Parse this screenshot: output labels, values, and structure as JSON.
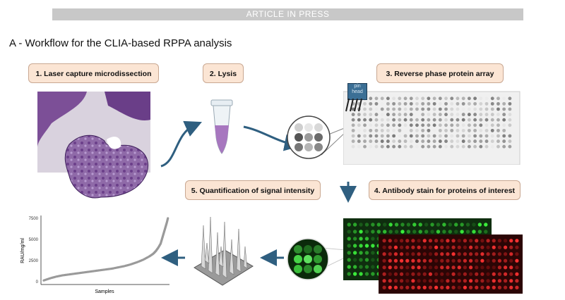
{
  "banner": "ARTICLE IN PRESS",
  "heading": "A - Workflow for the CLIA-based RPPA analysis",
  "steps": {
    "s1": "1. Laser capture microdissection",
    "s2": "2. Lysis",
    "s3": "3. Reverse phase protein array",
    "s4": "4. Antibody stain for proteins of interest",
    "s5": "5. Quantification of signal intensity"
  },
  "pin_head_label": "pin head",
  "colors": {
    "step_fill": "#fbe5d4",
    "arrow": "#2f5f80",
    "green_array": "#1f7a1f",
    "red_array": "#a00f0f"
  },
  "chart_data": {
    "type": "scatter",
    "ylabel": "RAU/mg/ml",
    "xlabel": "Samples",
    "yticks": [
      "7500",
      "5000",
      "2500",
      "0"
    ],
    "ylim": [
      0,
      7500
    ],
    "grid": false,
    "x": [
      0,
      5,
      10,
      15,
      20,
      25,
      30,
      35,
      40,
      45,
      50,
      55,
      60,
      65,
      70,
      75,
      80,
      85,
      88,
      90,
      92,
      94,
      95,
      96,
      97,
      98,
      99,
      100
    ],
    "y": [
      150,
      400,
      600,
      750,
      850,
      950,
      1050,
      1150,
      1250,
      1350,
      1450,
      1550,
      1700,
      1850,
      2050,
      2300,
      2600,
      3000,
      3300,
      3600,
      4000,
      4500,
      5000,
      5500,
      6000,
      6500,
      7000,
      7600
    ]
  }
}
